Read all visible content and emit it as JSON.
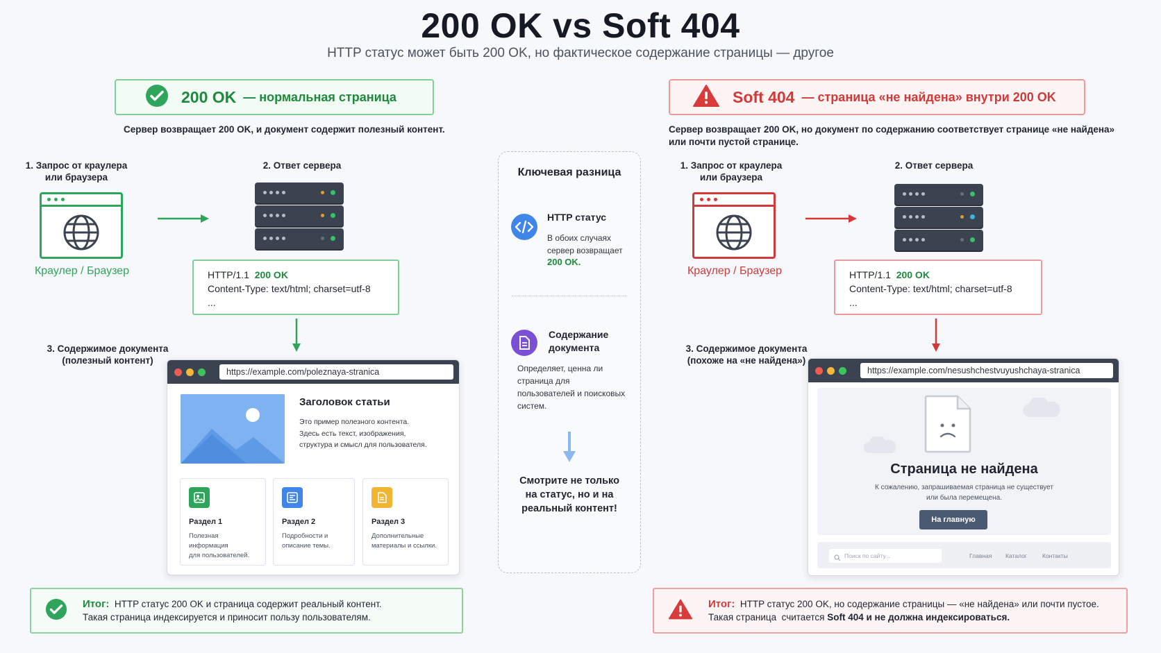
{
  "header": {
    "title": "200 OK vs Soft 404",
    "subtitle": "HTTP статус может быть 200 OK, но фактическое содержание страницы — другое"
  },
  "colors": {
    "ok": "#1d8a3e",
    "bad": "#d23a3a",
    "server": "#3c4350",
    "accent_blue": "#3f86e8",
    "accent_purple": "#7b4fd6"
  },
  "left": {
    "banner_big": "200 OK",
    "banner_rest": "— нормальная страница",
    "desc": "Сервер возвращает 200 OK, и документ содержит полезный контент.",
    "step1": "1. Запрос от краулера\nили браузера",
    "step2": "2. Ответ сервера",
    "crawler": "Краулер / Браузер",
    "resp_proto": "HTTP/1.1",
    "resp_code": "200 OK",
    "resp_ct": "Content-Type: text/html; charset=utf-8",
    "resp_more": "...",
    "step3": "3. Содержимое документа\n(полезный контент)",
    "url": "https://example.com/poleznaya-stranica",
    "article_title": "Заголовок статьи",
    "article_text": "Это пример полезного контента.\nЗдесь есть текст, изображения,\nструктура и смысл для пользователя.",
    "sections": [
      {
        "title": "Раздел 1",
        "text": "Полезная информация\nдля пользователей.",
        "color": "#2ea55a"
      },
      {
        "title": "Раздел 2",
        "text": "Подробности и\nописание темы.",
        "color": "#3f86e8"
      },
      {
        "title": "Раздел 3",
        "text": "Дополнительные\nматериалы и ссылки.",
        "color": "#f2b533"
      }
    ],
    "summary_label": "Итог:",
    "summary_1": "HTTP статус 200 OK и страница содержит реальный контент.",
    "summary_2": "Такая страница индексируется и приносит пользу пользователям."
  },
  "center": {
    "title": "Ключевая разница",
    "item1_title": "HTTP статус",
    "item1_text": "В обоих случаях\nсервер возвращает",
    "item1_code": "200 OK.",
    "item2_title": "Содержание\nдокумента",
    "item2_text": "Определяет, ценна ли\nстраница для\nпользователей и поисковых\nсистем.",
    "cta": "Смотрите не только\nна статус, но и на\nреальный контент!"
  },
  "right": {
    "banner_big": "Soft 404",
    "banner_rest": "— страница «не найдена» внутри 200 OK",
    "desc": "Сервер возвращает 200 OK, но документ по содержанию соответствует странице «не найдена»\nили почти пустой странице.",
    "step1": "1. Запрос от краулера\nили браузера",
    "step2": "2. Ответ сервера",
    "crawler": "Краулер / Браузер",
    "resp_proto": "HTTP/1.1",
    "resp_code": "200 OK",
    "resp_ct": "Content-Type: text/html; charset=utf-8",
    "resp_more": "...",
    "step3": "3. Содержимое документа\n(похоже на «не найдена»)",
    "url": "https://example.com/nesushchestvuyushchaya-stranica",
    "nf_title": "Страница не найдена",
    "nf_text": "К сожалению, запрашиваемая страница не существует\nили была перемещена.",
    "nf_button": "На главную",
    "search_placeholder": "Поиск по сайту...",
    "footer_links": [
      "Главная",
      "Каталог",
      "Контакты"
    ],
    "summary_label": "Итог:",
    "summary_1": "HTTP статус 200 OK, но содержание страницы — «не найдена» или почти пустое.",
    "summary_2a": "Такая страница  считается ",
    "summary_2b": "Soft 404 и не должна индексироваться."
  }
}
